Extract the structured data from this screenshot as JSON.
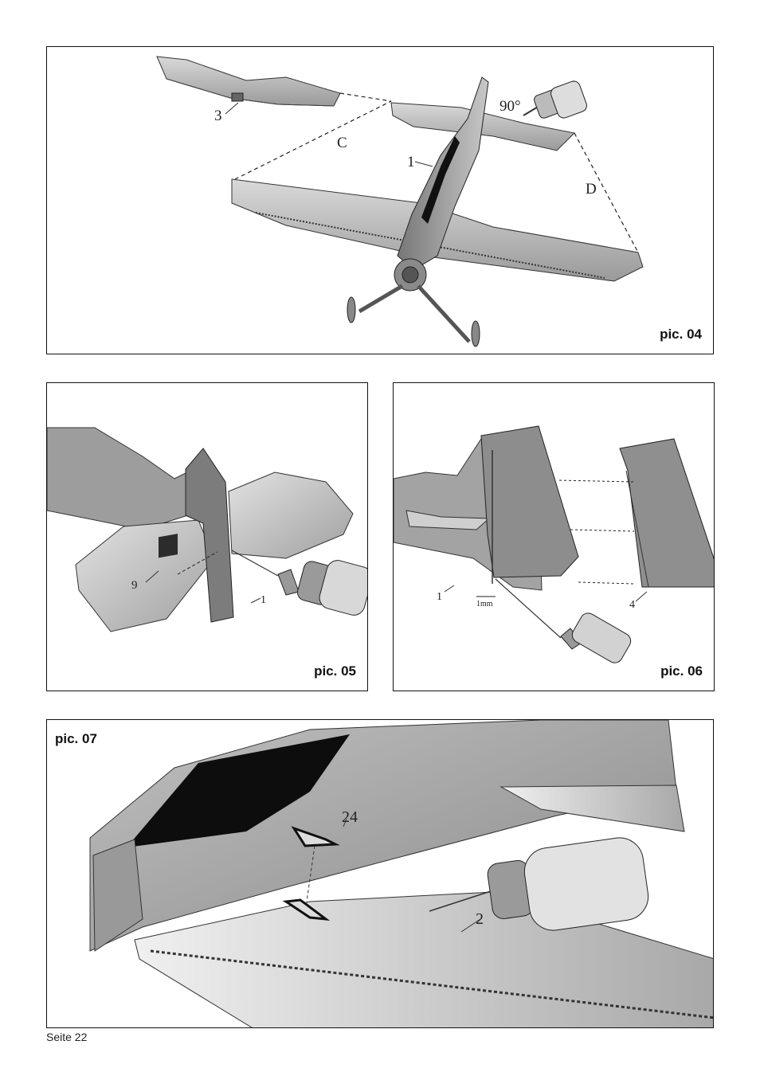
{
  "panels": {
    "pic04": {
      "caption": "pic. 04",
      "callouts": {
        "part_fuselage": "1",
        "part_tail": "3",
        "angle": "90°",
        "line_c": "C",
        "line_d": "D"
      }
    },
    "pic05": {
      "caption": "pic. 05",
      "callouts": {
        "part_fin": "1",
        "part_hinge": "9"
      }
    },
    "pic06": {
      "caption": "pic. 06",
      "callouts": {
        "part_fin": "1",
        "part_rudder": "4",
        "gap": "1mm"
      }
    },
    "pic07": {
      "caption": "pic. 07",
      "callouts": {
        "part_wing": "2",
        "part_horn": "24"
      }
    }
  },
  "footer": {
    "page_label": "Seite 22"
  },
  "icons": [
    "glue-bottle-icon"
  ]
}
